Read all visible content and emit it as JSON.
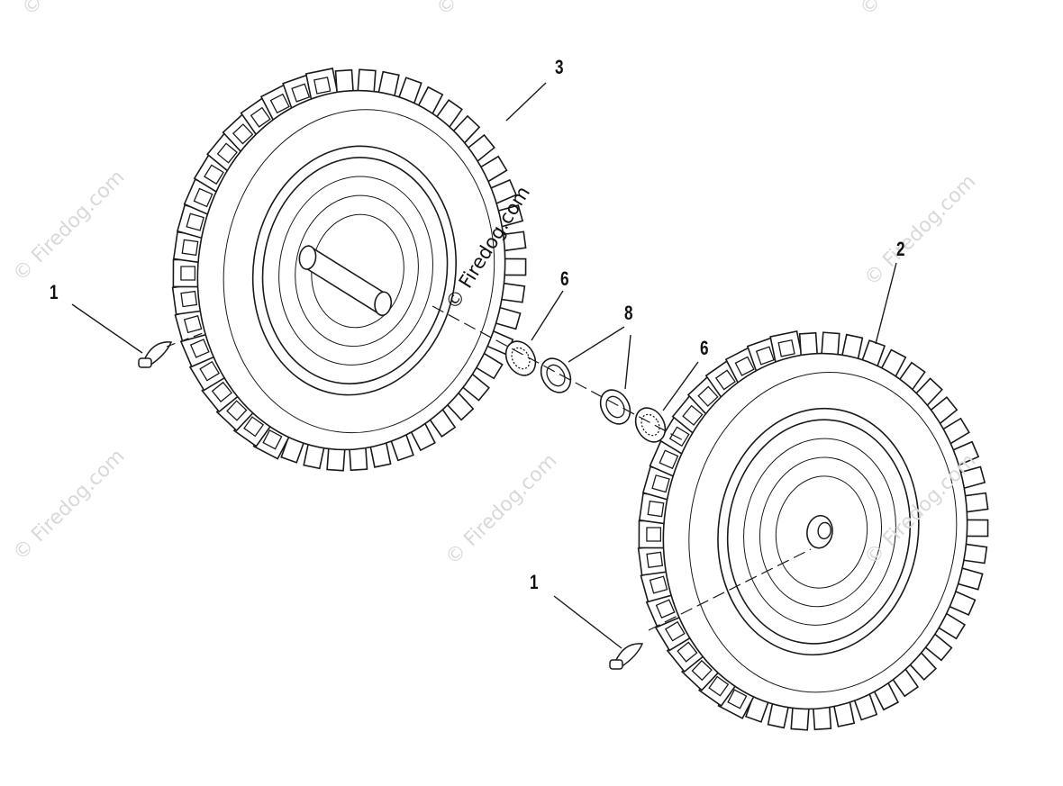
{
  "callouts": [
    {
      "id": "callout-3",
      "text": "3"
    },
    {
      "id": "callout-2",
      "text": "2"
    },
    {
      "id": "callout-1a",
      "text": "1"
    },
    {
      "id": "callout-1b",
      "text": "1"
    },
    {
      "id": "callout-6a",
      "text": "6"
    },
    {
      "id": "callout-8",
      "text": "8"
    },
    {
      "id": "callout-6b",
      "text": "6"
    }
  ],
  "watermark": "© Firedog.com",
  "colors": {
    "line": "#1a1a1a",
    "watermark": "#d9d9d9"
  }
}
